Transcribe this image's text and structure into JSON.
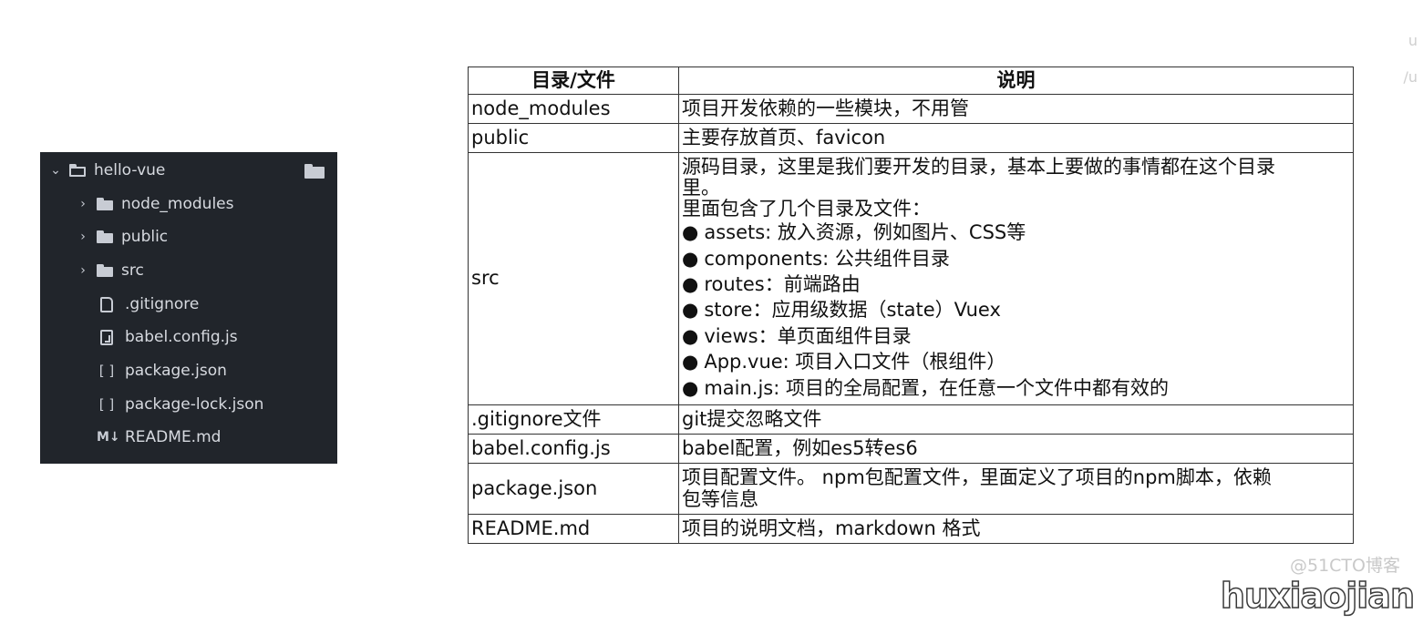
{
  "tree": {
    "root": "hello-vue",
    "items": [
      {
        "label": "node_modules",
        "kind": "folder"
      },
      {
        "label": "public",
        "kind": "folder"
      },
      {
        "label": "src",
        "kind": "folder"
      },
      {
        "label": ".gitignore",
        "kind": "file"
      },
      {
        "label": "babel.config.js",
        "kind": "js"
      },
      {
        "label": "package.json",
        "kind": "json"
      },
      {
        "label": "package-lock.json",
        "kind": "json"
      },
      {
        "label": "README.md",
        "kind": "markdown"
      }
    ],
    "json_glyph": "[ ]",
    "md_glyph": "M↓"
  },
  "table": {
    "headers": [
      "目录/文件",
      "说明"
    ],
    "rows": [
      {
        "name": "node_modules",
        "desc": "项目开发依赖的一些模块，不用管"
      },
      {
        "name": "public",
        "desc": "主要存放首页、favicon"
      },
      {
        "name": "src",
        "desc_lines": [
          "源码目录，这里是我们要开发的目录，基本上要做的事情都在这个目录",
          "里。",
          "里面包含了几个目录及文件："
        ],
        "bullets": [
          "assets: 放入资源，例如图片、CSS等",
          "components: 公共组件目录",
          "routes：前端路由",
          "store：应用级数据（state）Vuex",
          "views：单页面组件目录",
          "App.vue: 项目入口文件（根组件）",
          "main.js: 项目的全局配置，在任意一个文件中都有效的"
        ]
      },
      {
        "name": ".gitignore文件",
        "desc": "git提交忽略文件"
      },
      {
        "name": "babel.config.js",
        "desc": "babel配置，例如es5转es6"
      },
      {
        "name": "package.json",
        "desc_lines": [
          "项目配置文件。 npm包配置文件，里面定义了项目的npm脚本，依赖",
          "包等信息"
        ]
      },
      {
        "name": "README.md",
        "desc": "项目的说明文档，markdown 格式"
      }
    ],
    "bullet_char": "●"
  },
  "watermarks": {
    "site": "@51CTO博客",
    "author": "huxiaojian"
  },
  "edge_marks": [
    "u",
    "/u"
  ]
}
